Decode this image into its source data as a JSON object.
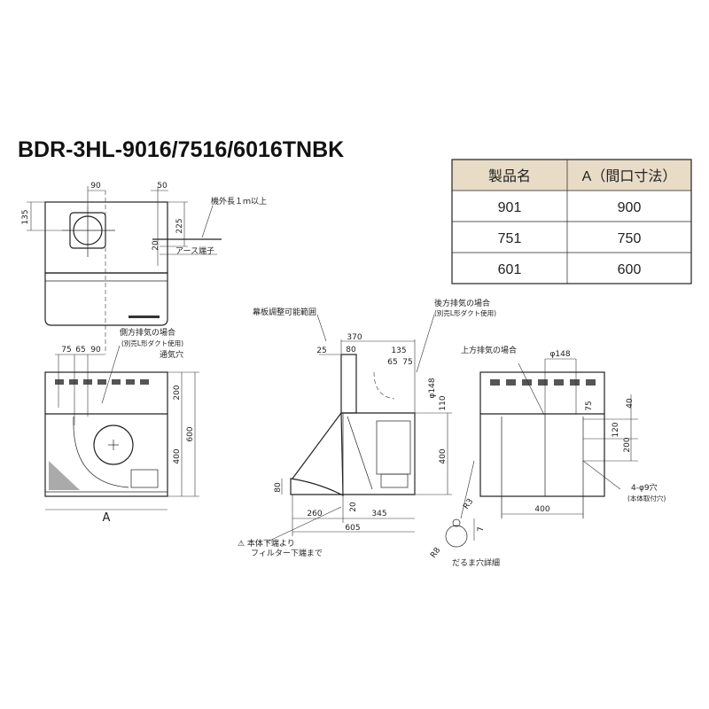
{
  "title": "BDR-3HL-9016/7516/6016TNBK",
  "table": {
    "header_fill": "#e8dcc6",
    "headers": [
      "製品名",
      "A（間口寸法）"
    ],
    "rows": [
      [
        "901",
        "900"
      ],
      [
        "751",
        "750"
      ],
      [
        "601",
        "600"
      ]
    ]
  },
  "top_view": {
    "dim_90": "90",
    "dim_50": "50",
    "dim_135": "135",
    "dim_225": "225",
    "dim_20": "20",
    "cord_note": "機外長１ｍ以上",
    "earth_note": "アース端子"
  },
  "front_view": {
    "side_exhaust_note": "側方排気の場合",
    "side_exhaust_sub": "(別売L形ダクト使用)",
    "vent_note": "通気穴",
    "dim_75": "75",
    "dim_65": "65",
    "dim_90": "90",
    "dim_200": "200",
    "dim_400": "400",
    "dim_600": "600",
    "dim_A": "A"
  },
  "side_view": {
    "panel_note": "幕板調整可能範囲",
    "rear_exhaust_note": "後方排気の場合",
    "rear_exhaust_sub": "(別売L形ダクト使用)",
    "dim_370": "370",
    "dim_25": "25",
    "dim_80": "80",
    "dim_135": "135",
    "dim_65": "65",
    "dim_75": "75",
    "dim_phi148": "φ148",
    "dim_110": "110",
    "dim_400": "400",
    "dim_80b": "80",
    "dim_20": "20",
    "dim_260": "260",
    "dim_345": "345",
    "dim_605": "605",
    "warn_note_1": "⚠ 本体下端より",
    "warn_note_2": "フィルター下端まで"
  },
  "rear_view": {
    "top_exhaust_note": "上方排気の場合",
    "dim_phi148": "φ148",
    "dim_75": "75",
    "dim_40": "40",
    "dim_120": "120",
    "dim_200": "200",
    "dim_400": "400",
    "hole_note": "4-φ9穴",
    "hole_sub": "(本体取付穴)",
    "dim_R3": "R3",
    "dim_R8": "R8",
    "dim_7": "7",
    "keyhole_note": "だるま穴詳細"
  }
}
